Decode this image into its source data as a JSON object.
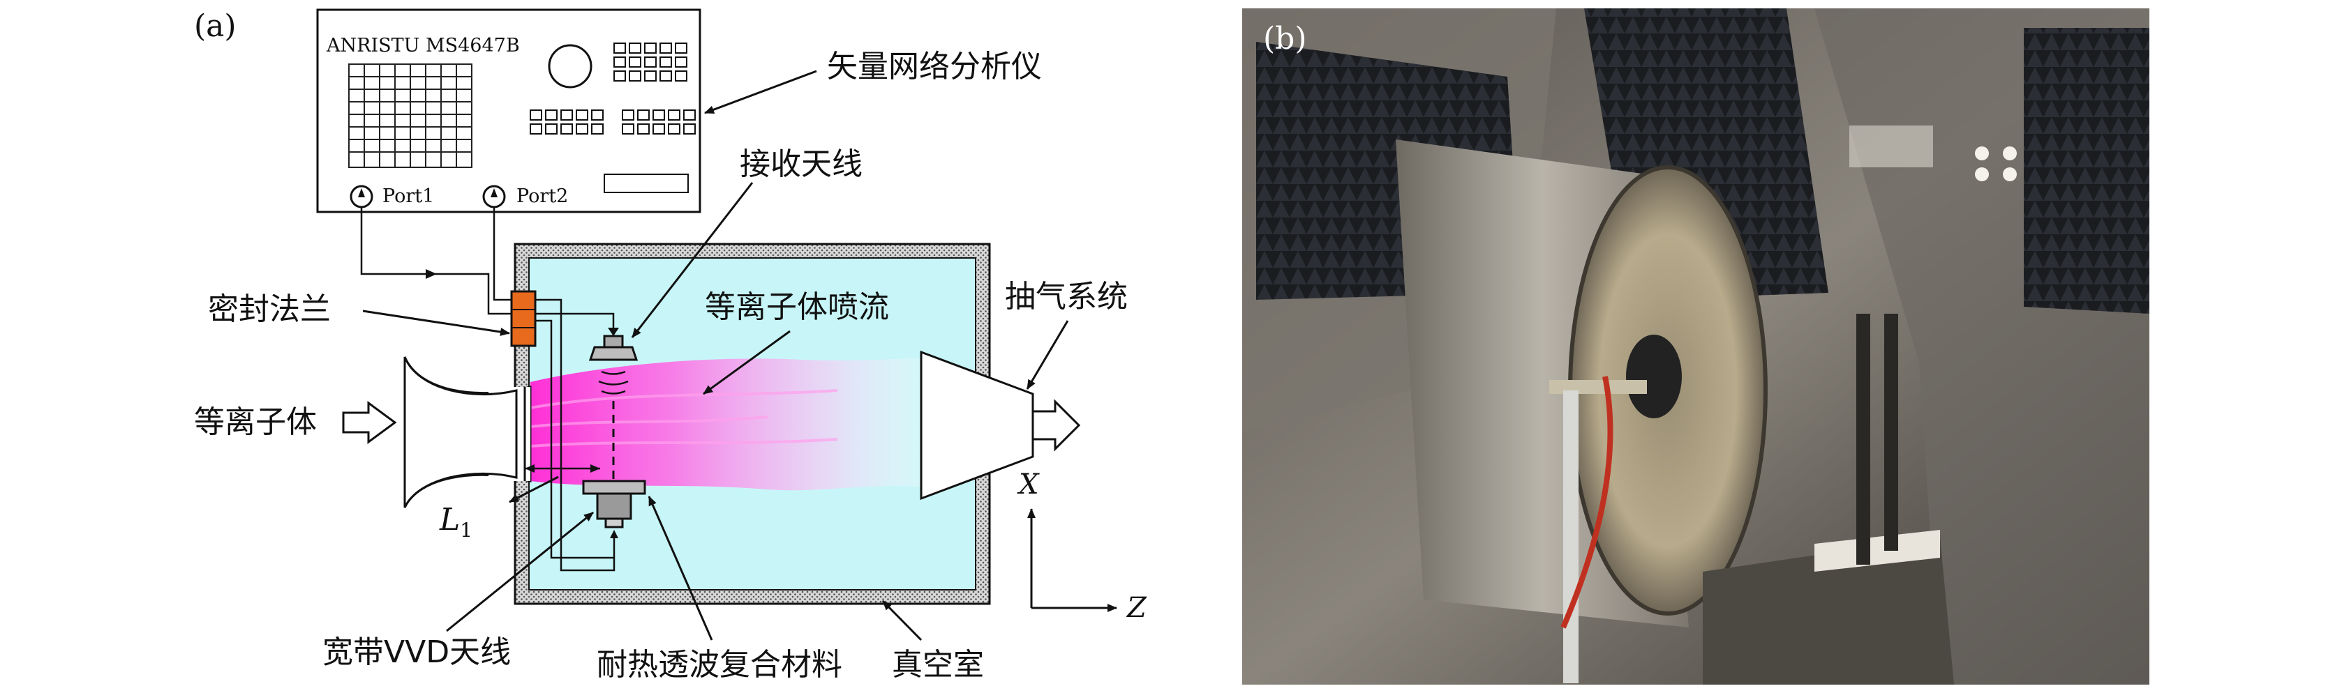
{
  "panel_a": {
    "label": "(a)",
    "instrument_model": "ANRISTU MS4647B",
    "port1": "Port1",
    "port2": "Port2",
    "vna": "矢量网络分析仪",
    "rx_antenna": "接收天线",
    "flange": "密封法兰",
    "plasma_jet": "等离子体喷流",
    "pump": "抽气系统",
    "plasma": "等离子体",
    "l1": "L",
    "l1_sub": "1",
    "axis_x": "X",
    "axis_z": "Z",
    "vvd": "宽带VVD天线",
    "material": "耐热透波复合材料",
    "chamber": "真空室"
  },
  "panel_b": {
    "label": "(b)"
  },
  "colors": {
    "chamber_fill": "#c8f6f8",
    "flange": "#e86a1d",
    "plasma": "#ff3dd8",
    "instrument": "#ffffff"
  }
}
